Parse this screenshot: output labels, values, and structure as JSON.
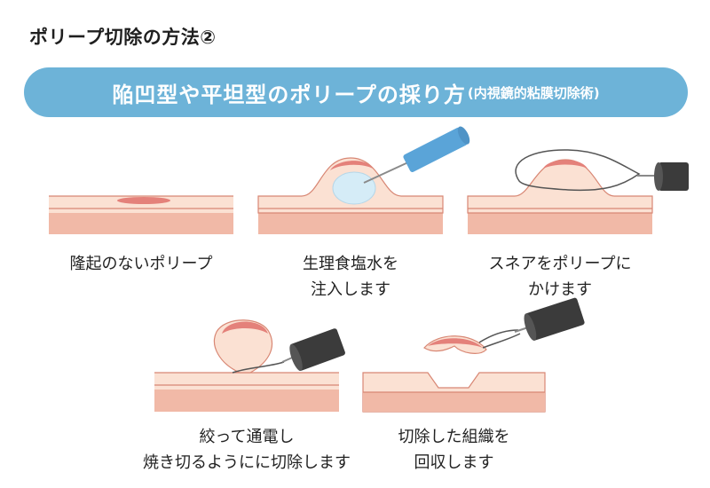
{
  "title": "ポリープ切除の方法②",
  "banner": {
    "main": "陥凹型や平坦型のポリープの採り方",
    "sub": "(内視鏡的粘膜切除術)"
  },
  "steps": [
    {
      "line1": "隆起のないポリープ",
      "line2": ""
    },
    {
      "line1": "生理食塩水を",
      "line2": "注入します"
    },
    {
      "line1": "スネアをポリープに",
      "line2": "かけます"
    },
    {
      "line1": "絞って通電し",
      "line2": "焼き切るようにに切除します"
    },
    {
      "line1": "切除した組織を",
      "line2": "回収します"
    }
  ],
  "colors": {
    "banner": "#6db3d8",
    "tissue_light": "#fbe1d3",
    "tissue_stripe": "#f1b9a7",
    "tissue_line": "#d88774",
    "lesion": "#e4817a",
    "saline": "#d5ecf7",
    "syringe": "#5aa4d8",
    "device": "#3b3b3b"
  },
  "icons": [
    "syringe-icon",
    "snare-device-icon",
    "polyp-icon"
  ]
}
